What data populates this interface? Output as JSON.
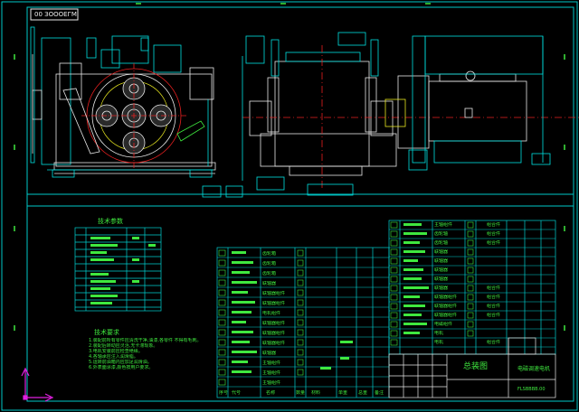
{
  "drawing": {
    "stamp_mirrored": "00 ЗОООЕГМ",
    "assembly_title": "总装图",
    "drawing_name": "电磁调速电机",
    "drawing_number": "FLSBBBB.00"
  },
  "parts_table": {
    "title": "技术参数",
    "row_count": 12
  },
  "tech_notes": {
    "title": "技术要求",
    "lines": [
      "1.装配前所有零件应清洗干净,油漆,各零件 不得有毛刺。",
      "2.装配后转动应灵活,无卡滞现象。",
      "3.电机安装前应检查绝缘。",
      "4.各轴承应注入润滑脂。",
      "5.运转前油箱内应加足润滑油。",
      "6.外表面涂漆,颜色按用户要求。"
    ]
  },
  "bom_left": {
    "columns": [
      "序号",
      "代号",
      "名称",
      "数量",
      "材料",
      "单重",
      "总重",
      "备注"
    ],
    "rows": [
      {
        "name": "齿轮箱"
      },
      {
        "name": "齿轮箱"
      },
      {
        "name": "齿轮箱"
      },
      {
        "name": "联轴器"
      },
      {
        "name": "联轴器组件"
      },
      {
        "name": "联轴器组件"
      },
      {
        "name": "电机组件"
      },
      {
        "name": "联轴器组件"
      },
      {
        "name": "联轴器组件"
      },
      {
        "name": "联轴器组件"
      },
      {
        "name": "联轴器"
      },
      {
        "name": "主轴组件"
      },
      {
        "name": "主轴组件"
      },
      {
        "name": "主轴组件"
      }
    ]
  },
  "bom_right": {
    "rows": [
      {
        "name": "主轴组件",
        "material": "组合件"
      },
      {
        "name": "齿轮轴",
        "material": "组合件"
      },
      {
        "name": "齿轮轴",
        "material": "组合件"
      },
      {
        "name": "联轴器",
        "material": ""
      },
      {
        "name": "联轴器",
        "material": ""
      },
      {
        "name": "联轴器",
        "material": ""
      },
      {
        "name": "联轴器",
        "material": ""
      },
      {
        "name": "联轴器",
        "material": "组合件"
      },
      {
        "name": "联轴器组件",
        "material": "组合件"
      },
      {
        "name": "联轴器组件",
        "material": "组合件"
      },
      {
        "name": "联轴器组件",
        "material": "组合件"
      },
      {
        "name": "电磁组件",
        "material": ""
      },
      {
        "name": "电机",
        "material": ""
      },
      {
        "name": "电机",
        "material": "组合件"
      }
    ]
  },
  "colors": {
    "frame": "#00c8c8",
    "outline": "#e8e8e8",
    "table": "#00d0d0",
    "part": "#00e0e0",
    "green": "#3fe83f",
    "red": "#e82020",
    "yellow": "#e8e820",
    "magenta": "#e020e0",
    "background": "#000000"
  },
  "ucs_icon": "ucs-axis-icon"
}
